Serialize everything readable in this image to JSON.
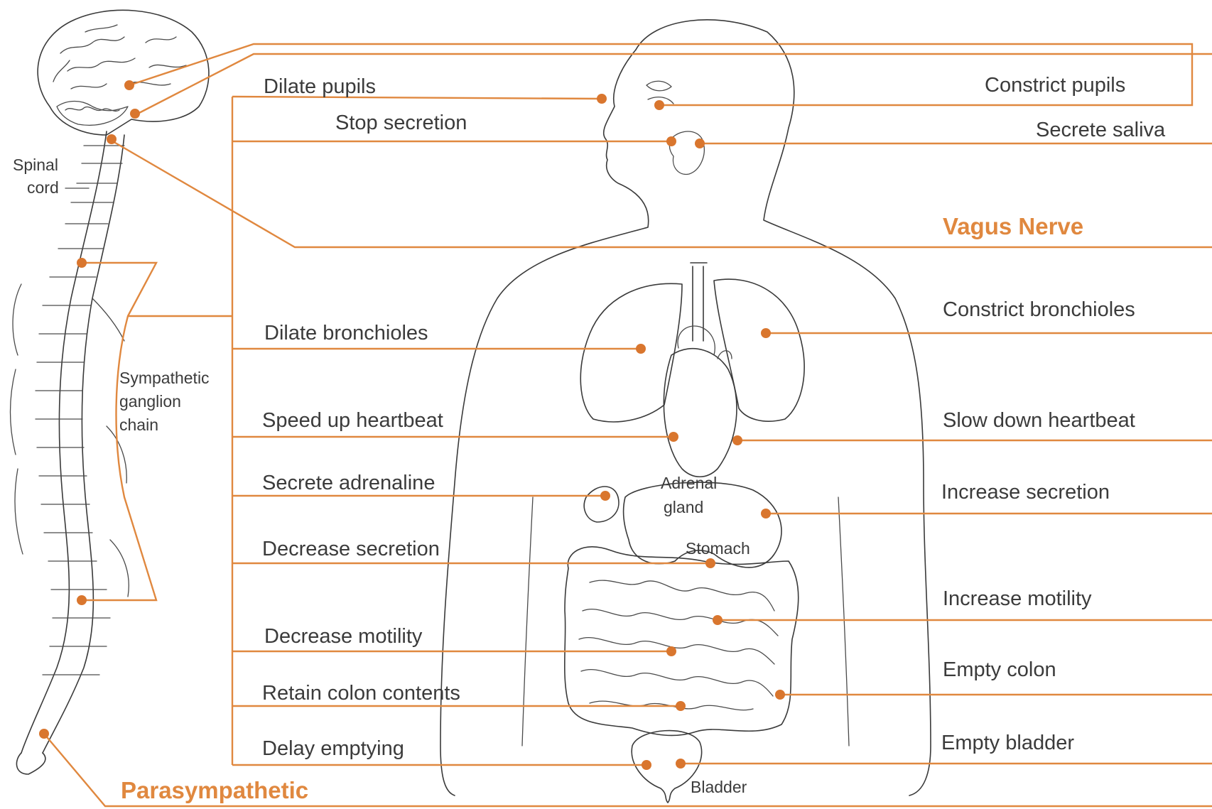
{
  "colors": {
    "accent": "#e0883f",
    "outline": "#3a3a3a",
    "text": "#3b3b3b"
  },
  "anatomy_labels": {
    "spinal_cord_line1": "Spinal",
    "spinal_cord_line2": "cord",
    "ganglion_line1": "Sympathetic",
    "ganglion_line2": "ganglion",
    "ganglion_line3": "chain",
    "adrenal_line1": "Adrenal",
    "adrenal_line2": "gland",
    "stomach": "Stomach",
    "bladder": "Bladder"
  },
  "nerve_labels": {
    "vagus": "Vagus Nerve",
    "parasympathetic": "Parasympathetic"
  },
  "sympathetic_effects": [
    "Dilate pupils",
    "Stop secretion",
    "Dilate bronchioles",
    "Speed up heartbeat",
    "Secrete adrenaline",
    "Decrease secretion",
    "Decrease motility",
    "Retain colon contents",
    "Delay emptying"
  ],
  "parasympathetic_effects": [
    "Constrict pupils",
    "Secrete saliva",
    "Constrict bronchioles",
    "Slow down heartbeat",
    "Increase secretion",
    "Increase motility",
    "Empty colon",
    "Empty bladder"
  ]
}
